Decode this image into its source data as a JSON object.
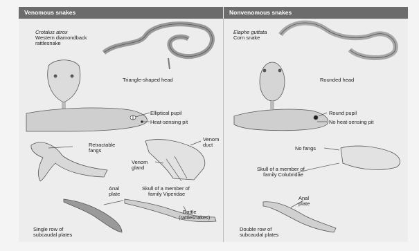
{
  "headers": {
    "venomous": "Venomous snakes",
    "nonvenomous": "Nonvenomous snakes"
  },
  "venomous": {
    "species_latin": "Crotalus atrox",
    "species_common_1": "Western diamondback",
    "species_common_2": "rattlesnake",
    "head_label": "Triangle-shaped head",
    "pupil_label": "Elliptical pupil",
    "pit_label": "Heat-sensing pit",
    "fangs_label_1": "Retractable",
    "fangs_label_2": "fangs",
    "duct_label_1": "Venom",
    "duct_label_2": "duct",
    "gland_label_1": "Venom",
    "gland_label_2": "gland",
    "skull_label_1": "Skull of a member of",
    "skull_label_2": "family Viperidae",
    "anal_label_1": "Anal",
    "anal_label_2": "plate",
    "rattle_label_1": "Rattle",
    "rattle_label_2": "(rattlesnakes)",
    "row_label_1": "Single row of",
    "row_label_2": "subcaudal plates"
  },
  "nonvenomous": {
    "species_latin": "Elaphe guttata",
    "species_common": "Corn snake",
    "head_label": "Rounded head",
    "pupil_label": "Round pupil",
    "pit_label": "No heat-sensing pit",
    "fangs_label": "No fangs",
    "skull_label_1": "Skull of a member of",
    "skull_label_2": "family Colubridae",
    "anal_label_1": "Anal",
    "anal_label_2": "plate",
    "row_label_1": "Double row of",
    "row_label_2": "subcaudal plates"
  }
}
